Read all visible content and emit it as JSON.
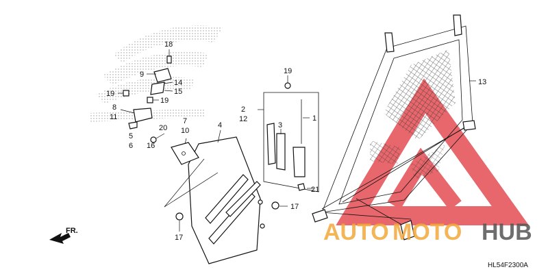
{
  "diagram_code": "HL54F2300A",
  "direction_label": "FR.",
  "watermark": {
    "text_a": "AUTO",
    "text_b": "MOTO",
    "text_c": "HUB",
    "color_a": "#f2a93b",
    "color_c": "#555555",
    "logo_color": "#e0353c"
  },
  "callouts": {
    "c18": "18",
    "c9": "9",
    "c14": "14",
    "c15": "15",
    "c19a": "19",
    "c19b": "19",
    "c19c": "19",
    "c8": "8",
    "c11": "11",
    "c5": "5",
    "c6": "6",
    "c20": "20",
    "c16": "16",
    "c7": "7",
    "c10": "10",
    "c4": "4",
    "c2": "2",
    "c12": "12",
    "c3": "3",
    "c1": "1",
    "c21": "21",
    "c17a": "17",
    "c17b": "17",
    "c13": "13"
  }
}
